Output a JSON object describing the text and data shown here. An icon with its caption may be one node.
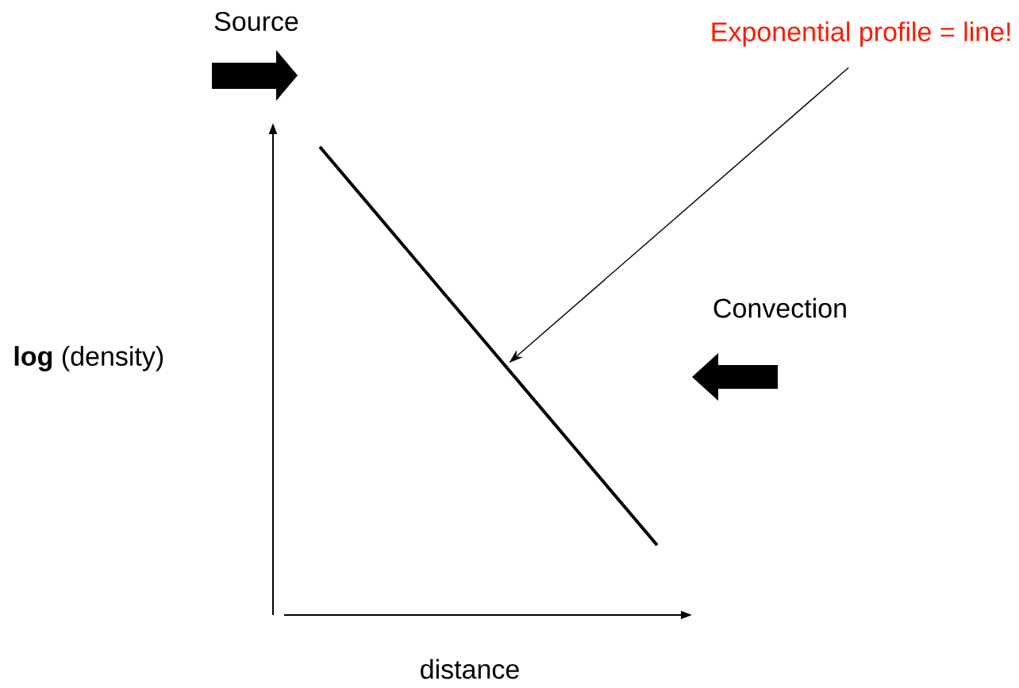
{
  "diagram": {
    "nodes": [
      {
        "text": [
          "Exponential profile = line!"
        ]
      },
      {
        "text": [],
        "shape": "line"
      }
    ],
    "edges": [
      {
        "from": 0,
        "to": 1,
        "arrow": "to"
      }
    ],
    "labels": [
      "Source",
      "Convection",
      "**log** (density)",
      "distance"
    ]
  }
}
